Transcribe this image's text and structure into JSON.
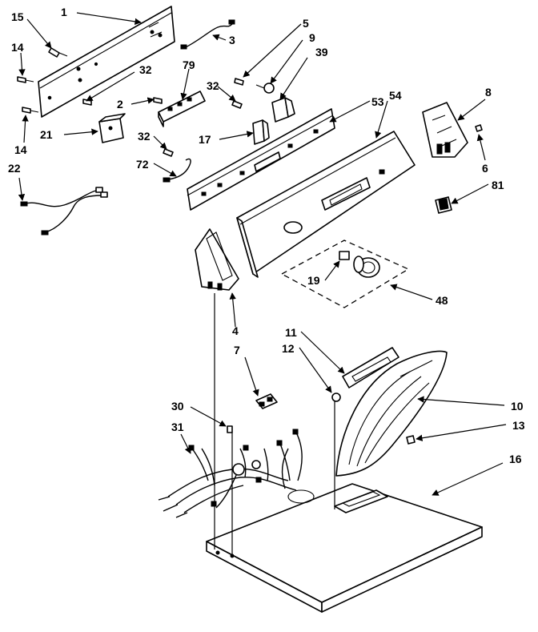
{
  "diagram": {
    "callouts": [
      {
        "id": "c1",
        "label": "1"
      },
      {
        "id": "c15",
        "label": "15"
      },
      {
        "id": "c14a",
        "label": "14"
      },
      {
        "id": "c14b",
        "label": "14"
      },
      {
        "id": "c3",
        "label": "3"
      },
      {
        "id": "c5",
        "label": "5"
      },
      {
        "id": "c9",
        "label": "9"
      },
      {
        "id": "c39",
        "label": "39"
      },
      {
        "id": "c79",
        "label": "79"
      },
      {
        "id": "c32a",
        "label": "32"
      },
      {
        "id": "c32b",
        "label": "32"
      },
      {
        "id": "c32c",
        "label": "32"
      },
      {
        "id": "c2",
        "label": "2"
      },
      {
        "id": "c53",
        "label": "53"
      },
      {
        "id": "c54",
        "label": "54"
      },
      {
        "id": "c8",
        "label": "8"
      },
      {
        "id": "c21",
        "label": "21"
      },
      {
        "id": "c17",
        "label": "17"
      },
      {
        "id": "c6",
        "label": "6"
      },
      {
        "id": "c22",
        "label": "22"
      },
      {
        "id": "c72",
        "label": "72"
      },
      {
        "id": "c81",
        "label": "81"
      },
      {
        "id": "c19",
        "label": "19"
      },
      {
        "id": "c48",
        "label": "48"
      },
      {
        "id": "c4",
        "label": "4"
      },
      {
        "id": "c7",
        "label": "7"
      },
      {
        "id": "c11",
        "label": "11"
      },
      {
        "id": "c12",
        "label": "12"
      },
      {
        "id": "c10",
        "label": "10"
      },
      {
        "id": "c30",
        "label": "30"
      },
      {
        "id": "c31",
        "label": "31"
      },
      {
        "id": "c13",
        "label": "13"
      },
      {
        "id": "c16",
        "label": "16"
      }
    ]
  }
}
